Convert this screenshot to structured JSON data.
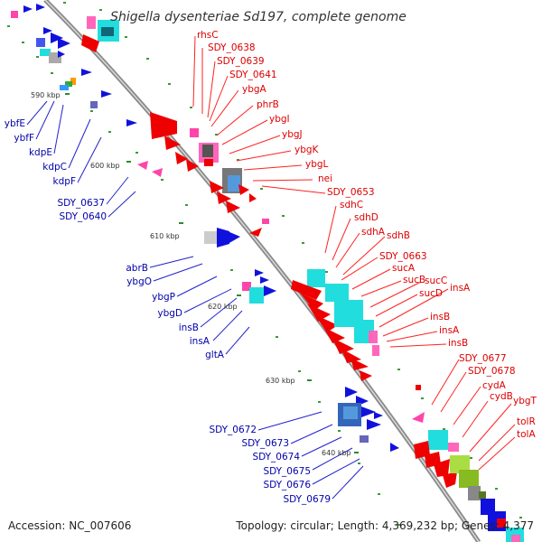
{
  "title": "Shigella dysenteriae Sd197, complete genome",
  "labels_red": [
    "rhsC",
    "SDY_0638",
    "SDY_0639",
    "SDY_0641",
    "ybgA",
    "phrB",
    "ybgI",
    "ybgJ",
    "ybgK",
    "ybgL",
    "nei",
    "SDY_0653",
    "sdhC",
    "sdhD",
    "sdhA",
    "sdhB",
    "SDY_0663",
    "sucA",
    "sucB",
    "sucC",
    "sucD",
    "insA",
    "insB",
    "insA",
    "insB",
    "SDY_0677",
    "SDY_0678",
    "cydA",
    "cydB",
    "ybgT",
    "tolR",
    "tolA"
  ],
  "labels_blue": [
    "ybfE",
    "ybfF",
    "kdpE",
    "kdpC",
    "kdpF",
    "SDY_0637",
    "SDY_0640",
    "abrB",
    "ybgO",
    "ybgP",
    "ybgD",
    "insB",
    "insA",
    "gltA",
    "SDY_0672",
    "SDY_0673",
    "SDY_0674",
    "SDY_0675",
    "SDY_0676",
    "SDY_0679"
  ],
  "scale_labels": [
    "590 kbp",
    "600 kbp",
    "610 kbp",
    "620 kbp",
    "630 kbp",
    "640 kbp"
  ],
  "footer": {
    "accession": "Accession: NC_007606",
    "topology": "Topology: circular; Length: 4,369,232 bp; Genes: 4,377"
  }
}
